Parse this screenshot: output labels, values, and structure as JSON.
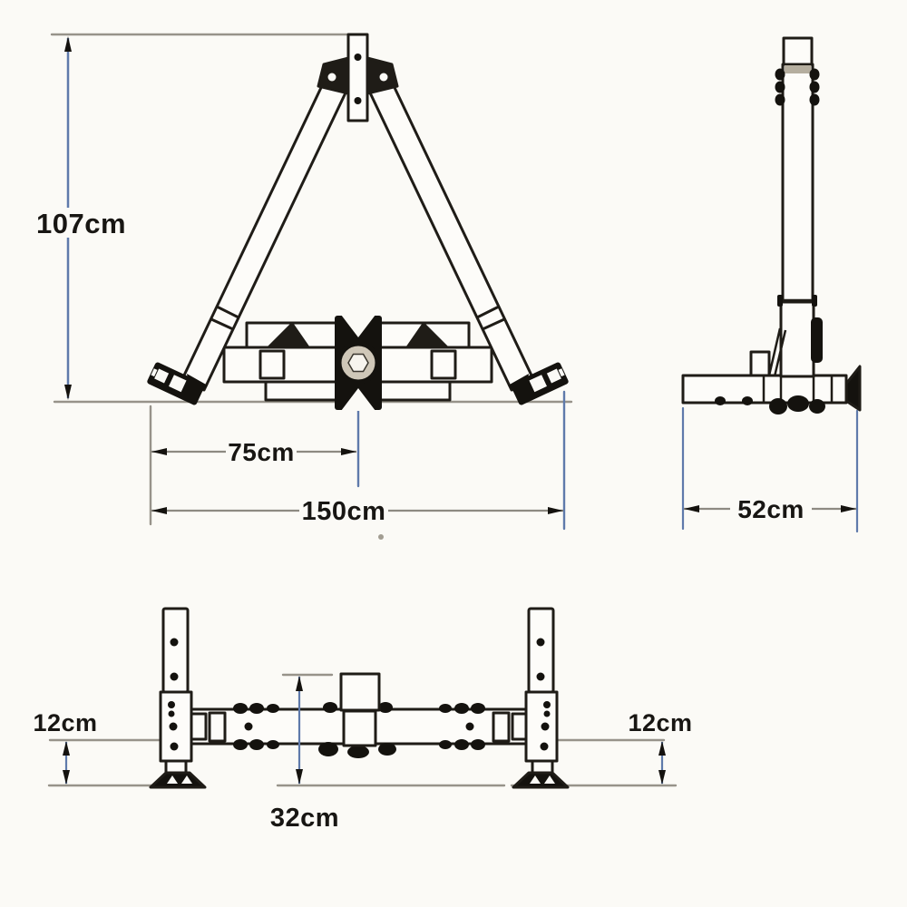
{
  "palette": {
    "background": "#fbfaf6",
    "drawing_line": "#1f1c17",
    "drawing_fill": "#fdfcf9",
    "extension_line": "#97938a",
    "accent_dimension_line": "#5f7aab",
    "arrow": "#14120e",
    "hub_ring": "#cfc7b8",
    "label_text": "#181613"
  },
  "views": {
    "front": {
      "dims": {
        "height": "107cm",
        "center_offset": "75cm",
        "overall_width": "150cm"
      }
    },
    "side": {
      "dims": {
        "depth": "52cm"
      }
    },
    "plan": {
      "dims": {
        "left_clearance": "12cm",
        "center_clearance": "32cm",
        "right_clearance": "12cm"
      }
    }
  }
}
